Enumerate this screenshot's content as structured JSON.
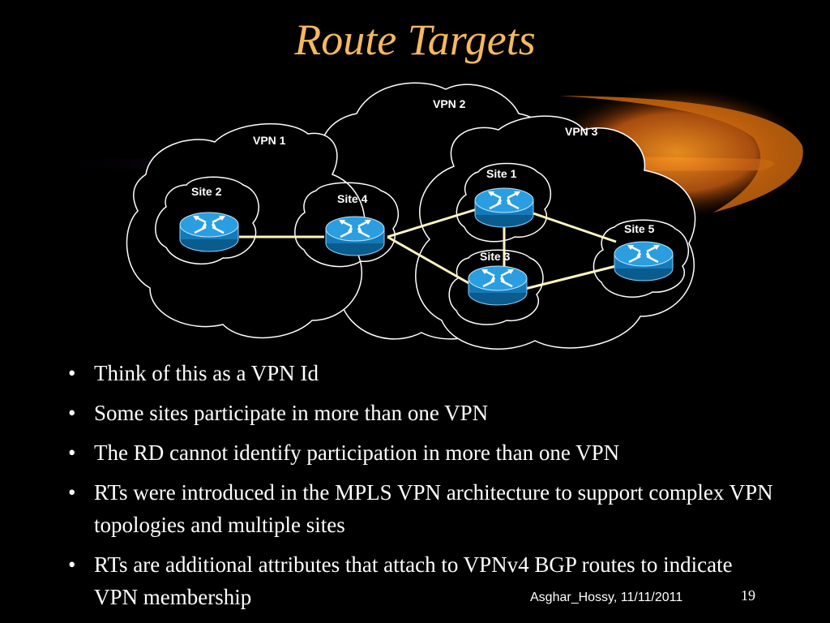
{
  "slide": {
    "title": "Route Targets",
    "footer": "Asghar_Hossy, 11/11/2011",
    "page_number": "19"
  },
  "diagram": {
    "vpns": [
      "VPN 1",
      "VPN 2",
      "VPN 3"
    ],
    "sites": [
      "Site 1",
      "Site 2",
      "Site 3",
      "Site 4",
      "Site 5"
    ]
  },
  "bullets": [
    "Think of this as a VPN Id",
    "Some sites participate in more than one VPN",
    "The RD cannot identify participation in more than one VPN",
    "RTs were introduced in the MPLS VPN architecture to support complex VPN topologies and multiple sites",
    "RTs are additional attributes that attach to VPNv4 BGP routes to indicate VPN membership"
  ],
  "colors": {
    "title": "#f5b860",
    "router": "#1e8fd0",
    "link": "#fff5c0",
    "cloud_outline": "#ffffff"
  }
}
